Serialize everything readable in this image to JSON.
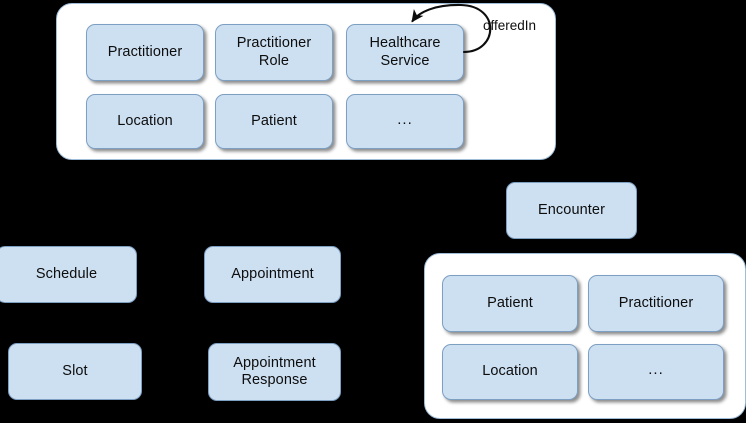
{
  "diagram": {
    "background_color": "#000000",
    "node_fill": "#cde0f2",
    "node_border": "#7d9fc2",
    "group_fill": "#ffffff",
    "group_border": "#9fbcd8",
    "text_color": "#0d0d0d"
  },
  "groups": {
    "top": {
      "name": "top-resource-group"
    },
    "encounter_detail": {
      "name": "encounter-detail-group"
    }
  },
  "top_group_nodes": [
    {
      "label": "Practitioner"
    },
    {
      "label": "Practitioner\nRole"
    },
    {
      "label": "Healthcare\nService"
    },
    {
      "label": "Location"
    },
    {
      "label": "Patient"
    },
    {
      "label": "..."
    }
  ],
  "standalone_nodes": [
    {
      "label": "Encounter"
    },
    {
      "label": "Schedule"
    },
    {
      "label": "Slot"
    },
    {
      "label": "Appointment"
    },
    {
      "label": "Appointment\nResponse"
    }
  ],
  "encounter_group_nodes": [
    {
      "label": "Patient"
    },
    {
      "label": "Practitioner"
    },
    {
      "label": "Location"
    },
    {
      "label": "..."
    }
  ],
  "edges": [
    {
      "label": "offeredIn",
      "from": "Healthcare Service",
      "to": "Healthcare Service",
      "kind": "self-loop"
    }
  ]
}
